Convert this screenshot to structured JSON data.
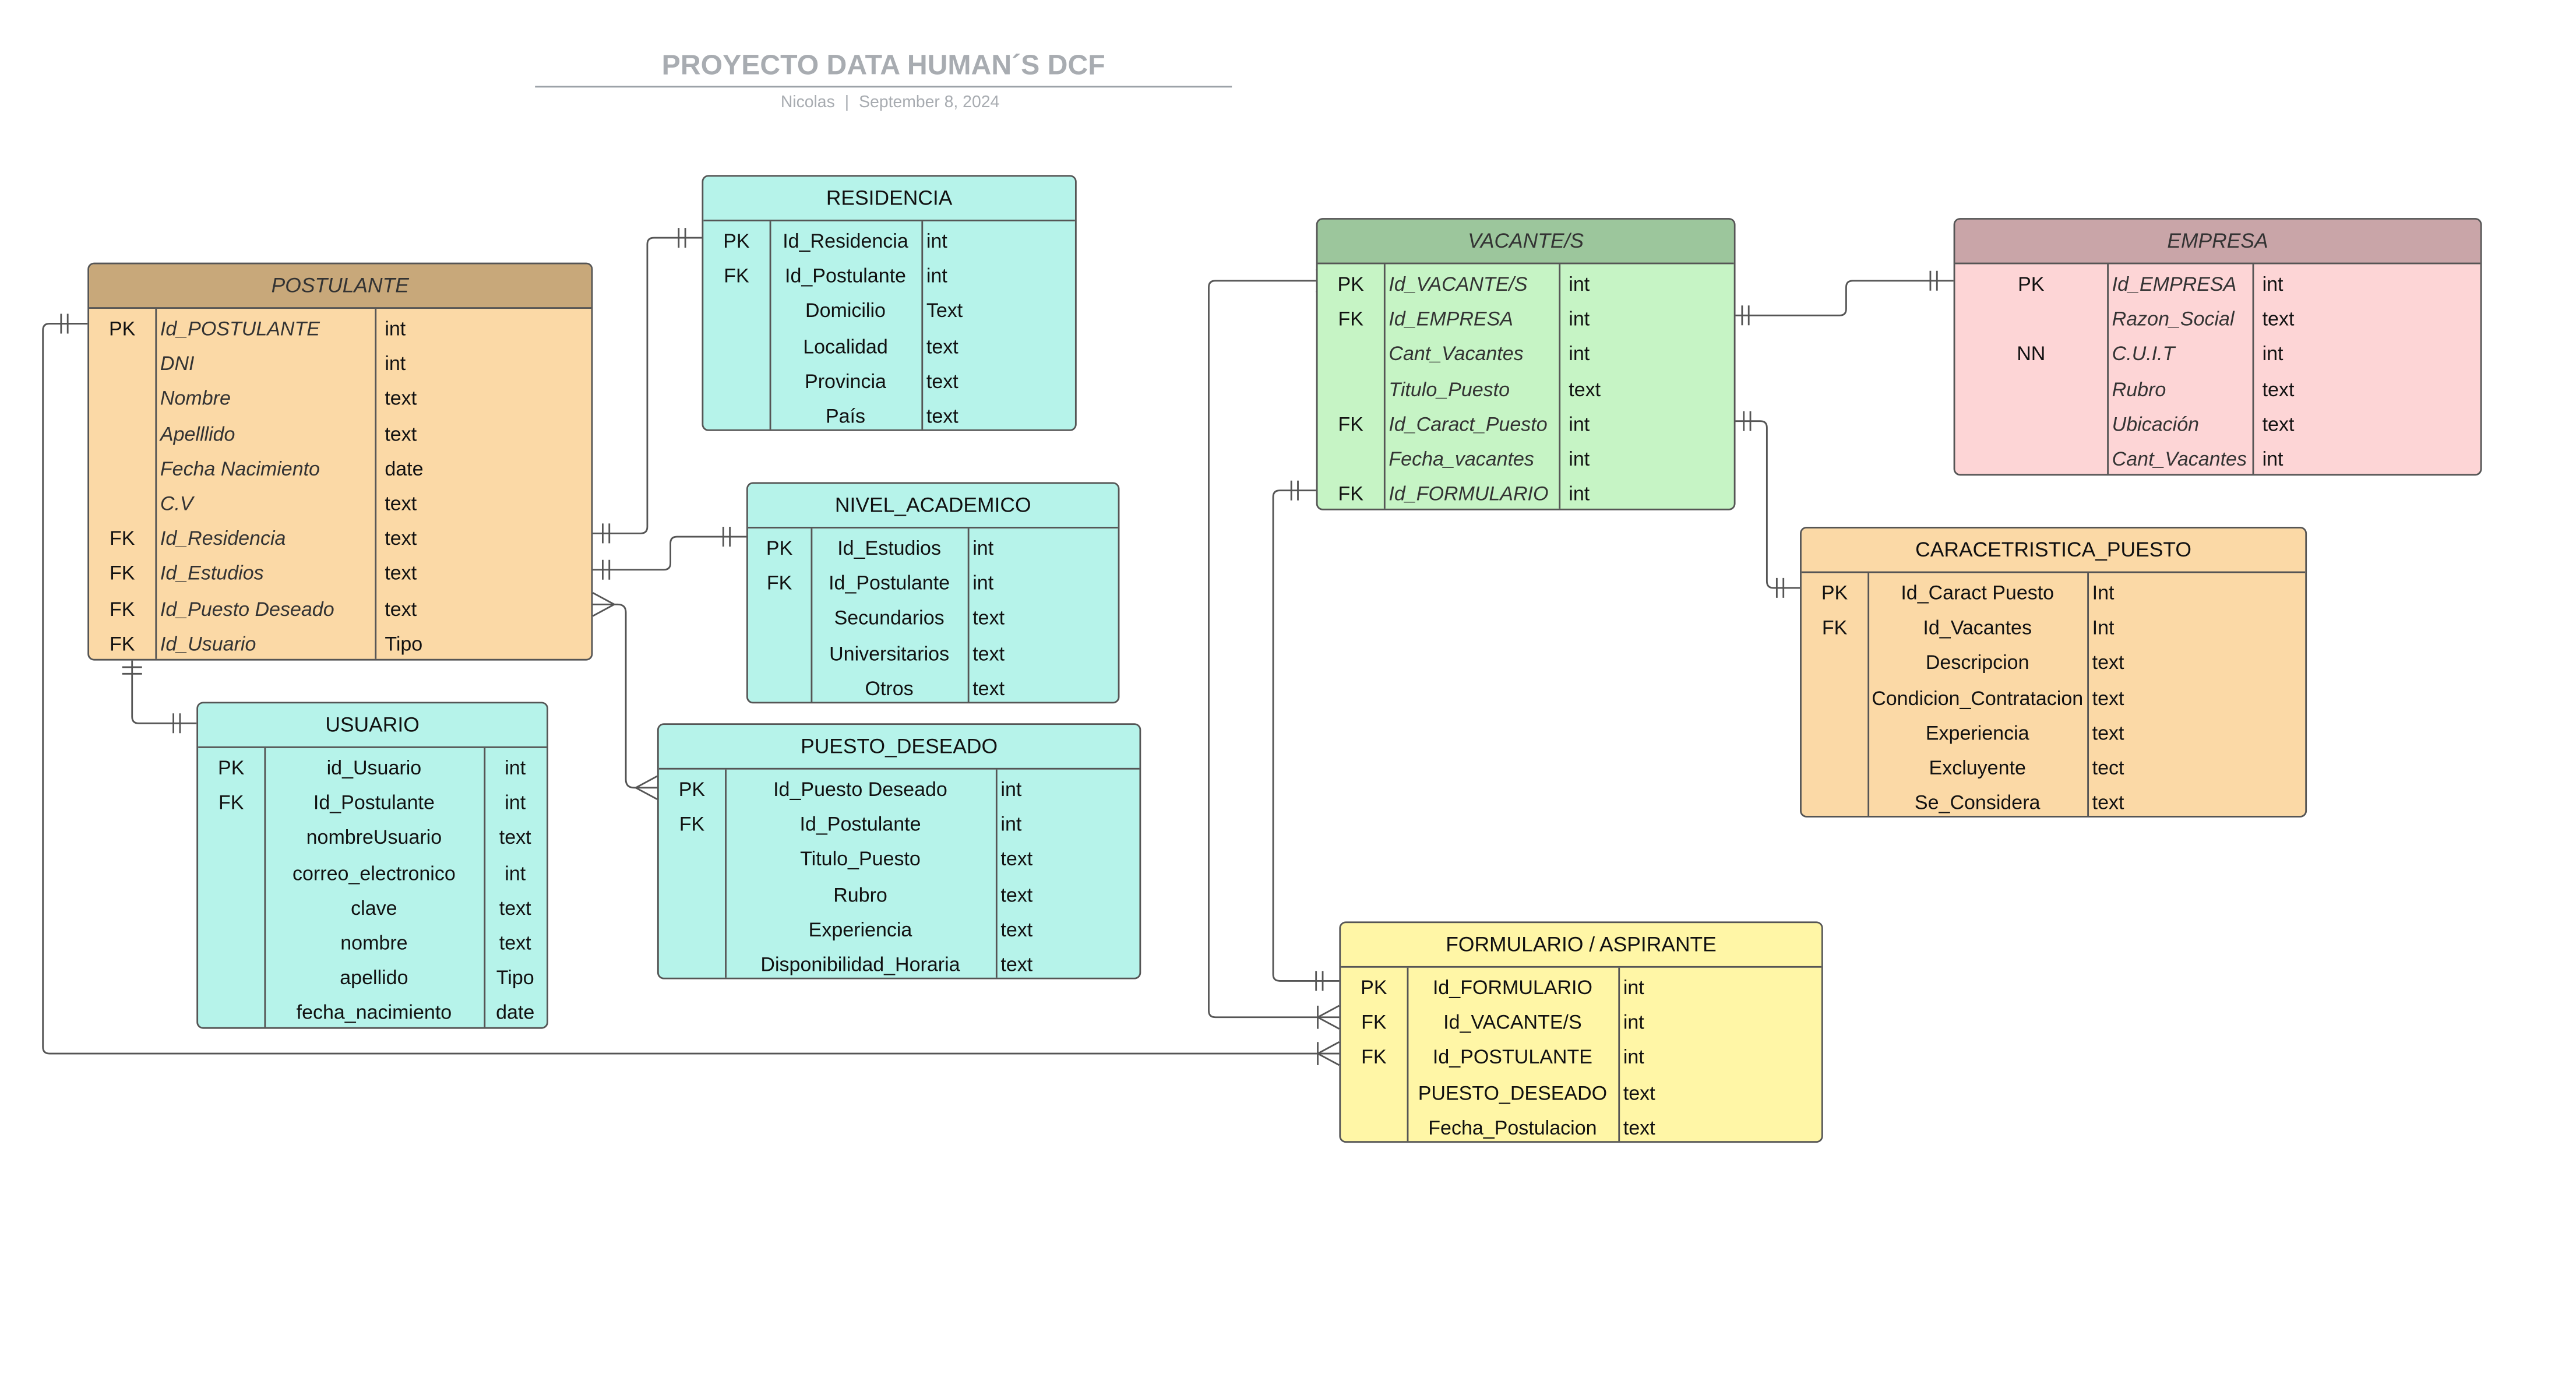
{
  "document": {
    "title": "PROYECTO DATA HUMAN´S DCF",
    "author": "Nicolas",
    "date": "September 8, 2024"
  },
  "colors": {
    "postulante": "#fbd9a6",
    "postulante_header": "#c8a87a",
    "teal": "#b6f3ea",
    "vacante": "#c6f4c5",
    "vacante_header": "#9cc69c",
    "empresa": "#fdd5d6",
    "empresa_header": "#c9a5a8",
    "caracteristica": "#fbd9a6",
    "formulario": "#fff6a6",
    "line": "#555555"
  },
  "entities": {
    "postulante": {
      "name": "POSTULANTE",
      "rows": [
        {
          "key": "PK",
          "field": "Id_POSTULANTE",
          "type": "int"
        },
        {
          "key": "",
          "field": "DNI",
          "type": "int"
        },
        {
          "key": "",
          "field": "Nombre",
          "type": "text"
        },
        {
          "key": "",
          "field": "Apelllido",
          "type": "text"
        },
        {
          "key": "",
          "field": "Fecha  Nacimiento",
          "type": "date"
        },
        {
          "key": "",
          "field": "C.V",
          "type": "text"
        },
        {
          "key": "FK",
          "field": "Id_Residencia",
          "type": "text"
        },
        {
          "key": "FK",
          "field": "Id_Estudios",
          "type": "text"
        },
        {
          "key": "FK",
          "field": "Id_Puesto Deseado",
          "type": "text"
        },
        {
          "key": "FK",
          "field": "Id_Usuario",
          "type": "Tipo"
        }
      ]
    },
    "residencia": {
      "name": "RESIDENCIA",
      "rows": [
        {
          "key": "PK",
          "field": "Id_Residencia",
          "type": "int"
        },
        {
          "key": "FK",
          "field": "Id_Postulante",
          "type": "int"
        },
        {
          "key": "",
          "field": "Domicilio",
          "type": "Text"
        },
        {
          "key": "",
          "field": "Localidad",
          "type": "text"
        },
        {
          "key": "",
          "field": "Provincia",
          "type": "text"
        },
        {
          "key": "",
          "field": "País",
          "type": "text"
        }
      ]
    },
    "nivel_academico": {
      "name": "NIVEL_ACADEMICO",
      "rows": [
        {
          "key": "PK",
          "field": "Id_Estudios",
          "type": "int"
        },
        {
          "key": "FK",
          "field": "Id_Postulante",
          "type": "int"
        },
        {
          "key": "",
          "field": "Secundarios",
          "type": "text"
        },
        {
          "key": "",
          "field": "Universitarios",
          "type": "text"
        },
        {
          "key": "",
          "field": "Otros",
          "type": "text"
        }
      ]
    },
    "usuario": {
      "name": "USUARIO",
      "rows": [
        {
          "key": "PK",
          "field": "id_Usuario",
          "type": "int"
        },
        {
          "key": "FK",
          "field": "Id_Postulante",
          "type": "int"
        },
        {
          "key": "",
          "field": "nombreUsuario",
          "type": "text"
        },
        {
          "key": "",
          "field": "correo_electronico",
          "type": "int"
        },
        {
          "key": "",
          "field": "clave",
          "type": "text"
        },
        {
          "key": "",
          "field": "nombre",
          "type": "text"
        },
        {
          "key": "",
          "field": "apellido",
          "type": "Tipo"
        },
        {
          "key": "",
          "field": "fecha_nacimiento",
          "type": "date"
        }
      ]
    },
    "puesto_deseado": {
      "name": "PUESTO_DESEADO",
      "rows": [
        {
          "key": "PK",
          "field": "Id_Puesto Deseado",
          "type": "int"
        },
        {
          "key": "FK",
          "field": "Id_Postulante",
          "type": "int"
        },
        {
          "key": "",
          "field": "Titulo_Puesto",
          "type": "text"
        },
        {
          "key": "",
          "field": "Rubro",
          "type": "text"
        },
        {
          "key": "",
          "field": "Experiencia",
          "type": "text"
        },
        {
          "key": "",
          "field": "Disponibilidad_Horaria",
          "type": "text"
        }
      ]
    },
    "vacante": {
      "name": "VACANTE/S",
      "rows": [
        {
          "key": "PK",
          "field": "Id_VACANTE/S",
          "type": "int"
        },
        {
          "key": "FK",
          "field": "Id_EMPRESA",
          "type": "int"
        },
        {
          "key": "",
          "field": "Cant_Vacantes",
          "type": "int"
        },
        {
          "key": "",
          "field": "Titulo_Puesto",
          "type": "text"
        },
        {
          "key": "FK",
          "field": "Id_Caract_Puesto",
          "type": "int"
        },
        {
          "key": "",
          "field": "Fecha_vacantes",
          "type": "int"
        },
        {
          "key": "FK",
          "field": "Id_FORMULARIO",
          "type": "int"
        }
      ]
    },
    "empresa": {
      "name": "EMPRESA",
      "rows": [
        {
          "key": "PK",
          "field": "Id_EMPRESA",
          "type": "int"
        },
        {
          "key": "",
          "field": "Razon_Social",
          "type": "text"
        },
        {
          "key": "NN",
          "field": "C.U.I.T",
          "type": "int"
        },
        {
          "key": "",
          "field": "Rubro",
          "type": "text"
        },
        {
          "key": "",
          "field": "Ubicación",
          "type": "text"
        },
        {
          "key": "",
          "field": "Cant_Vacantes",
          "type": "int"
        }
      ]
    },
    "caracteristica_puesto": {
      "name": "CARACETRISTICA_PUESTO",
      "rows": [
        {
          "key": "PK",
          "field": "Id_Caract Puesto",
          "type": "Int"
        },
        {
          "key": "FK",
          "field": "Id_Vacantes",
          "type": "Int"
        },
        {
          "key": "",
          "field": "Descripcion",
          "type": "text"
        },
        {
          "key": "",
          "field": "Condicion_Contratacion",
          "type": "text"
        },
        {
          "key": "",
          "field": "Experiencia",
          "type": "text"
        },
        {
          "key": "",
          "field": "Excluyente",
          "type": "tect"
        },
        {
          "key": "",
          "field": "Se_Considera",
          "type": "text"
        }
      ]
    },
    "formulario": {
      "name": "FORMULARIO / ASPIRANTE",
      "rows": [
        {
          "key": "PK",
          "field": "Id_FORMULARIO",
          "type": "int"
        },
        {
          "key": "FK",
          "field": "Id_VACANTE/S",
          "type": "int"
        },
        {
          "key": "FK",
          "field": "Id_POSTULANTE",
          "type": "int"
        },
        {
          "key": "",
          "field": "PUESTO_DESEADO",
          "type": "text"
        },
        {
          "key": "",
          "field": "Fecha_Postulacion",
          "type": "text"
        }
      ]
    }
  }
}
